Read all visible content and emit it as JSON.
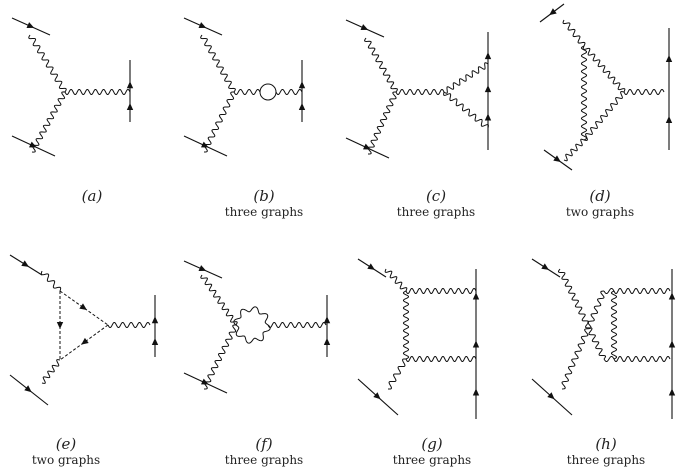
{
  "panels": [
    {
      "label": "(a)",
      "caption": ""
    },
    {
      "label": "(b)",
      "caption": "three graphs"
    },
    {
      "label": "(c)",
      "caption": "three graphs"
    },
    {
      "label": "(d)",
      "caption": "two graphs"
    },
    {
      "label": "(e)",
      "caption": "two graphs"
    },
    {
      "label": "(f)",
      "caption": "three graphs"
    },
    {
      "label": "(g)",
      "caption": "three graphs"
    },
    {
      "label": "(h)",
      "caption": "three graphs"
    }
  ]
}
